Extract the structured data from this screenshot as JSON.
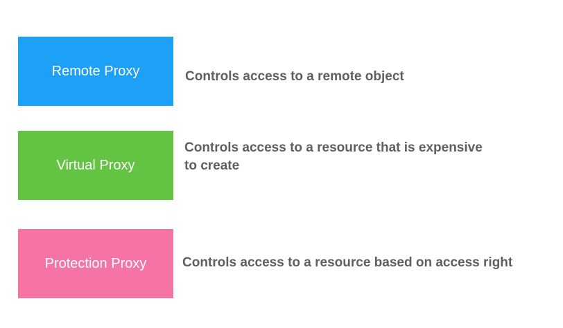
{
  "proxies": [
    {
      "label": "Remote Proxy",
      "color": "#1da1f7",
      "description_lines": [
        "Controls access to a remote object"
      ]
    },
    {
      "label": "Virtual Proxy",
      "color": "#63c443",
      "description_lines": [
        "Controls access to a resource that is expensive",
        "to create"
      ]
    },
    {
      "label": "Protection Proxy",
      "color": "#f673a6",
      "description_lines": [
        "Controls access to a resource based on access right"
      ]
    }
  ]
}
